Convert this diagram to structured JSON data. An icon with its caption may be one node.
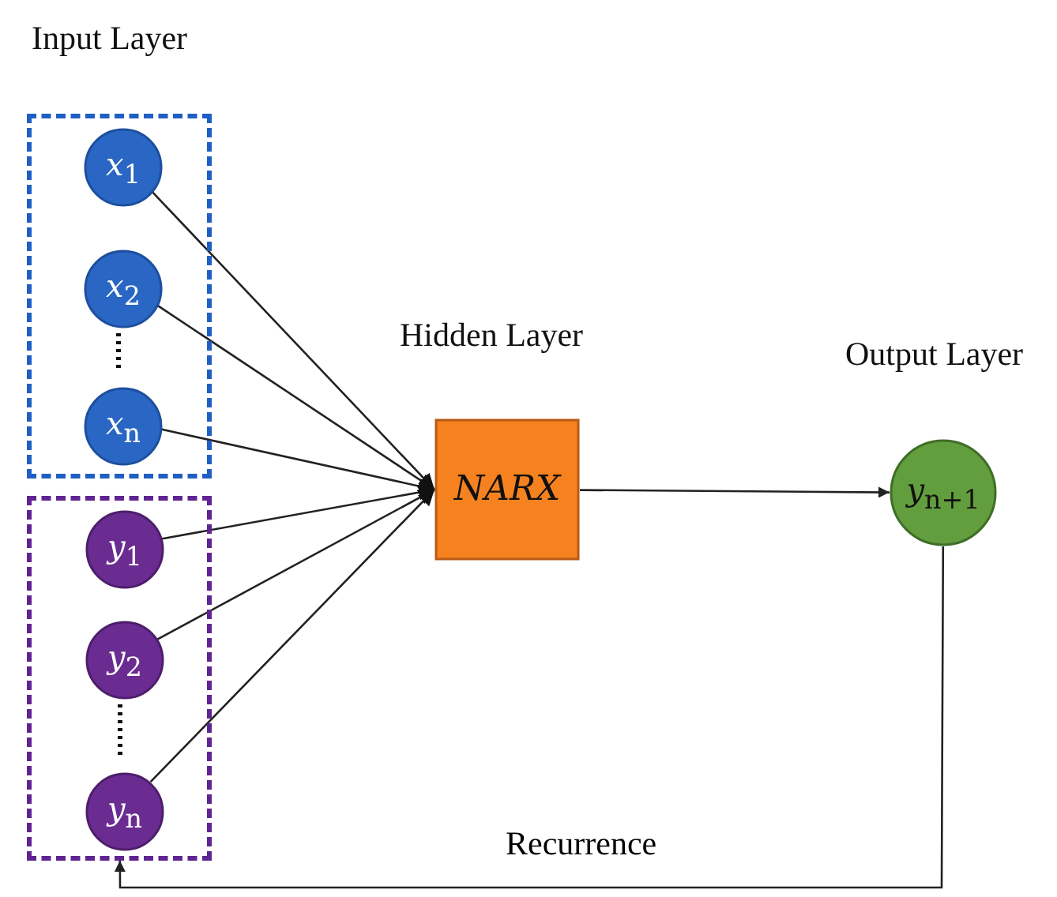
{
  "diagram": {
    "nodes": [
      {
        "text": [],
        "shape": "box"
      },
      {
        "text": [
          "*x*$_{1}$"
        ],
        "in": 0
      },
      {
        "text": [
          "*x*$_{2}$"
        ],
        "in": 0
      },
      {
        "text": [
          "*x*$_{n}$"
        ],
        "in": 0
      },
      {
        "text": [],
        "shape": "box"
      },
      {
        "text": [
          "*y*$_{1}$"
        ],
        "in": 4
      },
      {
        "text": [
          "*y*$_{2}$"
        ],
        "in": 4
      },
      {
        "text": [
          "*y*$_{n}$"
        ],
        "in": 4
      },
      {
        "text": [
          "NARX"
        ]
      },
      {
        "text": [
          "*y*$_{n+1}$"
        ]
      }
    ],
    "edges": [
      {
        "from": 1,
        "to": 8,
        "arrow": "to"
      },
      {
        "from": 2,
        "to": 8,
        "arrow": "to"
      },
      {
        "from": 3,
        "to": 8,
        "arrow": "to"
      },
      {
        "from": 5,
        "to": 8,
        "arrow": "to"
      },
      {
        "from": 6,
        "to": 8,
        "arrow": "to"
      },
      {
        "from": 7,
        "to": 8,
        "arrow": "to"
      },
      {
        "from": 8,
        "to": 9,
        "arrow": "to"
      },
      {
        "from": 9,
        "to": 4,
        "arrow": "to",
        "label": "Recurrence"
      }
    ],
    "labels": [
      "Input Layer",
      "Hidden Layer",
      "Output Layer"
    ]
  }
}
